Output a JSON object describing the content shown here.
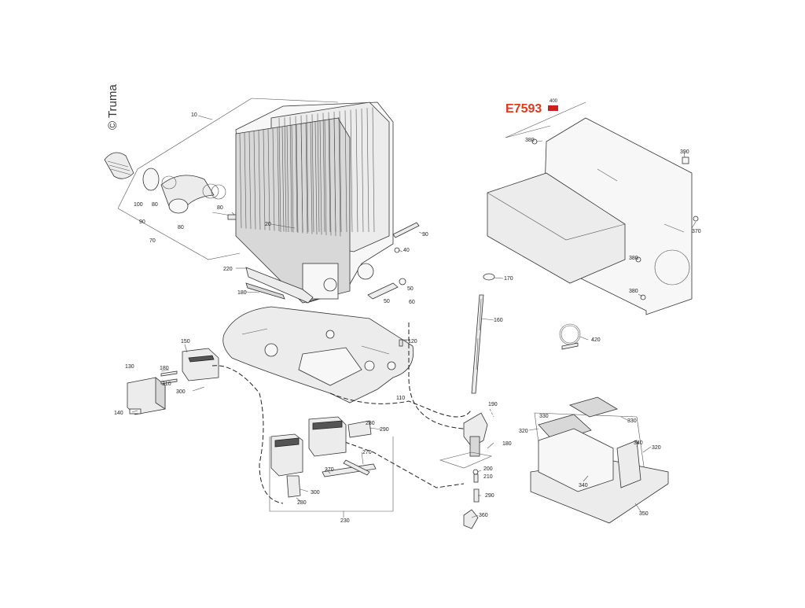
{
  "brand": "© Truma",
  "code": {
    "text": "E7593",
    "badge_number": "400"
  },
  "labels": [
    {
      "id": "l10",
      "text": "10"
    },
    {
      "id": "l20",
      "text": "20"
    },
    {
      "id": "l30",
      "text": "30"
    },
    {
      "id": "l40",
      "text": "40"
    },
    {
      "id": "l50a",
      "text": "50"
    },
    {
      "id": "l50b",
      "text": "50"
    },
    {
      "id": "l60",
      "text": "60"
    },
    {
      "id": "l70",
      "text": "70"
    },
    {
      "id": "l80a",
      "text": "80"
    },
    {
      "id": "l80b",
      "text": "80"
    },
    {
      "id": "l80c",
      "text": "80"
    },
    {
      "id": "l90",
      "text": "90"
    },
    {
      "id": "l100",
      "text": "100"
    },
    {
      "id": "l110",
      "text": "110"
    },
    {
      "id": "l120",
      "text": "120"
    },
    {
      "id": "l130",
      "text": "130"
    },
    {
      "id": "l140",
      "text": "140"
    },
    {
      "id": "l150",
      "text": "150"
    },
    {
      "id": "l160",
      "text": "160"
    },
    {
      "id": "l170",
      "text": "170"
    },
    {
      "id": "l180a",
      "text": "180"
    },
    {
      "id": "l180b",
      "text": "180"
    },
    {
      "id": "l180c",
      "text": "180"
    },
    {
      "id": "l190",
      "text": "190"
    },
    {
      "id": "l200",
      "text": "200"
    },
    {
      "id": "l210",
      "text": "210"
    },
    {
      "id": "l220",
      "text": "220"
    },
    {
      "id": "l230",
      "text": "230"
    },
    {
      "id": "l270a",
      "text": "270"
    },
    {
      "id": "l270b",
      "text": "270"
    },
    {
      "id": "l280a",
      "text": "280"
    },
    {
      "id": "l280b",
      "text": "280"
    },
    {
      "id": "l290a",
      "text": "290"
    },
    {
      "id": "l290b",
      "text": "290"
    },
    {
      "id": "l300a",
      "text": "300"
    },
    {
      "id": "l300b",
      "text": "300"
    },
    {
      "id": "l310",
      "text": "310"
    },
    {
      "id": "l320a",
      "text": "320"
    },
    {
      "id": "l320b",
      "text": "320"
    },
    {
      "id": "l330a",
      "text": "330"
    },
    {
      "id": "l330b",
      "text": "330"
    },
    {
      "id": "l340a",
      "text": "340"
    },
    {
      "id": "l340b",
      "text": "340"
    },
    {
      "id": "l350",
      "text": "350"
    },
    {
      "id": "l360",
      "text": "360"
    },
    {
      "id": "l370",
      "text": "370"
    },
    {
      "id": "l380a",
      "text": "380"
    },
    {
      "id": "l380b",
      "text": "380"
    },
    {
      "id": "l380c",
      "text": "380"
    },
    {
      "id": "l390",
      "text": "390"
    },
    {
      "id": "l420",
      "text": "420"
    }
  ]
}
